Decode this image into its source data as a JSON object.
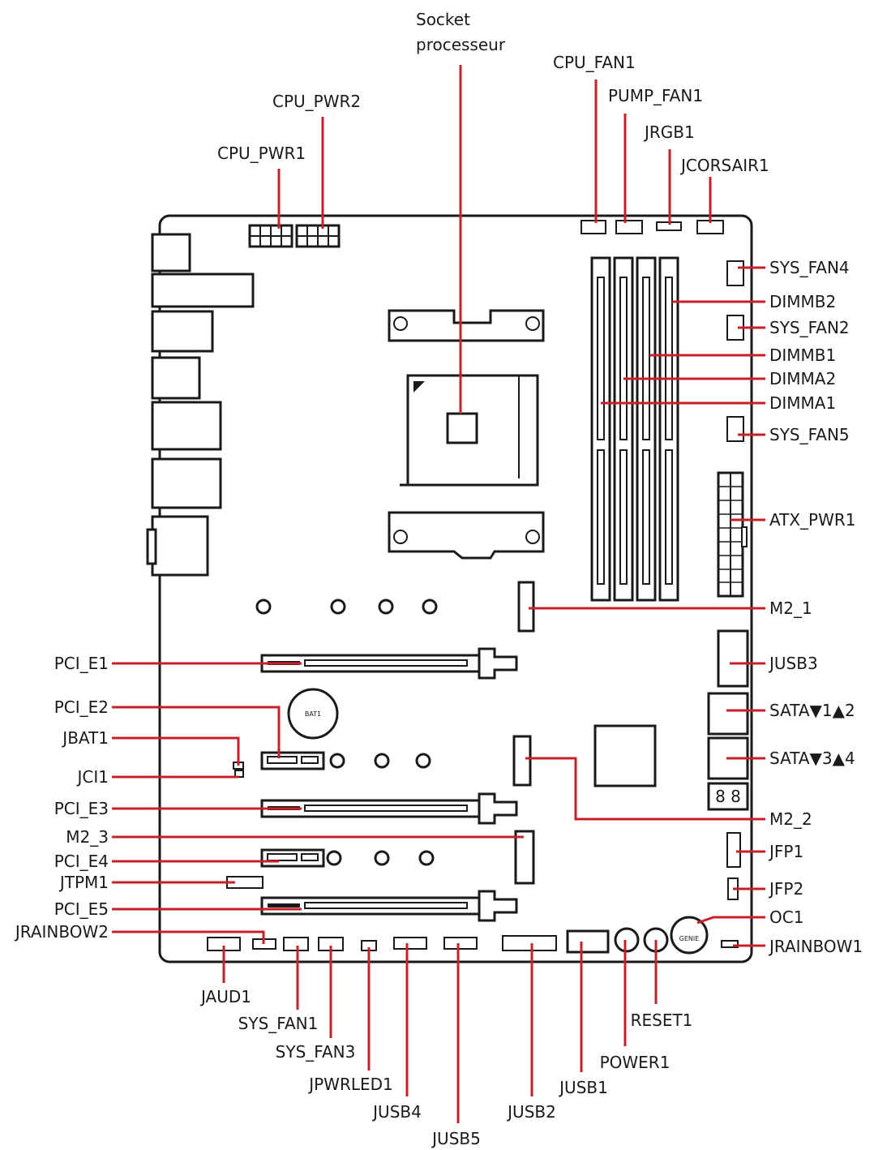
{
  "labels": {
    "socket_line1": "Socket",
    "socket_line2": "processeur",
    "cpu_fan1": "CPU_FAN1",
    "pump_fan1": "PUMP_FAN1",
    "jrgb1": "JRGB1",
    "jcorsair1": "JCORSAIR1",
    "cpu_pwr2": "CPU_PWR2",
    "cpu_pwr1": "CPU_PWR1",
    "sys_fan4": "SYS_FAN4",
    "dimmb2": "DIMMB2",
    "sys_fan2": "SYS_FAN2",
    "dimmb1": "DIMMB1",
    "dimma2": "DIMMA2",
    "dimma1": "DIMMA1",
    "sys_fan5": "SYS_FAN5",
    "atx_pwr1": "ATX_PWR1",
    "m2_1": "M2_1",
    "jusb3": "JUSB3",
    "sata12": "SATA▼1▲2",
    "sata34": "SATA▼3▲4",
    "m2_2": "M2_2",
    "jfp1": "JFP1",
    "jfp2": "JFP2",
    "oc1": "OC1",
    "jrainbow1": "JRAINBOW1",
    "pci_e1": "PCI_E1",
    "pci_e2": "PCI_E2",
    "jbat1": "JBAT1",
    "jci1": "JCI1",
    "pci_e3": "PCI_E3",
    "m2_3": "M2_3",
    "pci_e4": "PCI_E4",
    "jtpm1": "JTPM1",
    "pci_e5": "PCI_E5",
    "jrainbow2": "JRAINBOW2",
    "jaud1": "JAUD1",
    "sys_fan1": "SYS_FAN1",
    "sys_fan3": "SYS_FAN3",
    "jpwrled1": "JPWRLED1",
    "jusb4": "JUSB4",
    "jusb5": "JUSB5",
    "jusb2": "JUSB2",
    "jusb1": "JUSB1",
    "power1": "POWER1",
    "reset1": "RESET1"
  },
  "board_marks": {
    "battery": "BAT1",
    "debug_display": "8 8",
    "oc_button": "GENIE"
  },
  "colors": {
    "leader_line": "#c8202a",
    "outline": "#1a1a1a",
    "background": "#ffffff"
  }
}
